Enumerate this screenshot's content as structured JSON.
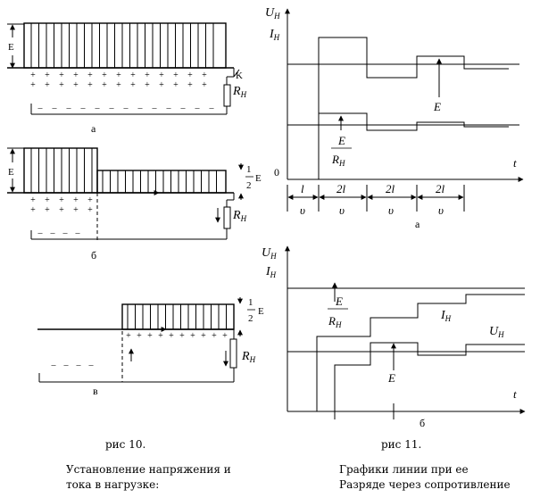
{
  "fig10": {
    "panel_a": {
      "emf": "E",
      "switch": "K",
      "load": "R",
      "load_sub": "Н",
      "caption": "а"
    },
    "panel_b": {
      "emf": "E",
      "half_num": "1",
      "half_den": "2",
      "half_sym": "E",
      "load": "R",
      "load_sub": "Н",
      "caption": "б"
    },
    "panel_c": {
      "half_num": "1",
      "half_den": "2",
      "half_sym": "E",
      "load": "R",
      "load_sub": "Н",
      "caption": "в"
    },
    "title": "рис 10.",
    "caption_line1": "Установление напряжения и",
    "caption_line2": "тока в нагрузке:"
  },
  "fig11": {
    "plot_a": {
      "u": "U",
      "u_sub": "Н",
      "i": "I",
      "i_sub": "Н",
      "t": "t",
      "origin": "0",
      "frac_num": "E",
      "frac_den": "R",
      "frac_den_sub": "Н",
      "e_label": "E",
      "seg1_num": "l",
      "seg1_den": "υ",
      "seg2_num": "2l",
      "seg2_den": "υ",
      "seg3_num": "2l",
      "seg3_den": "υ",
      "seg4_num": "2l",
      "seg4_den": "υ",
      "caption": "а"
    },
    "plot_b": {
      "u": "U",
      "u_sub": "Н",
      "i": "I",
      "i_sub": "Н",
      "t": "t",
      "frac_num": "E",
      "frac_den": "R",
      "frac_den_sub": "Н",
      "i_curve": "I",
      "i_curve_sub": "Н",
      "u_curve": "U",
      "u_curve_sub": "Н",
      "e_label": "E",
      "caption": "б"
    },
    "title": "рис 11.",
    "caption_line1": "Графики линии при ее",
    "caption_line2": "Разряде через сопротивление"
  }
}
